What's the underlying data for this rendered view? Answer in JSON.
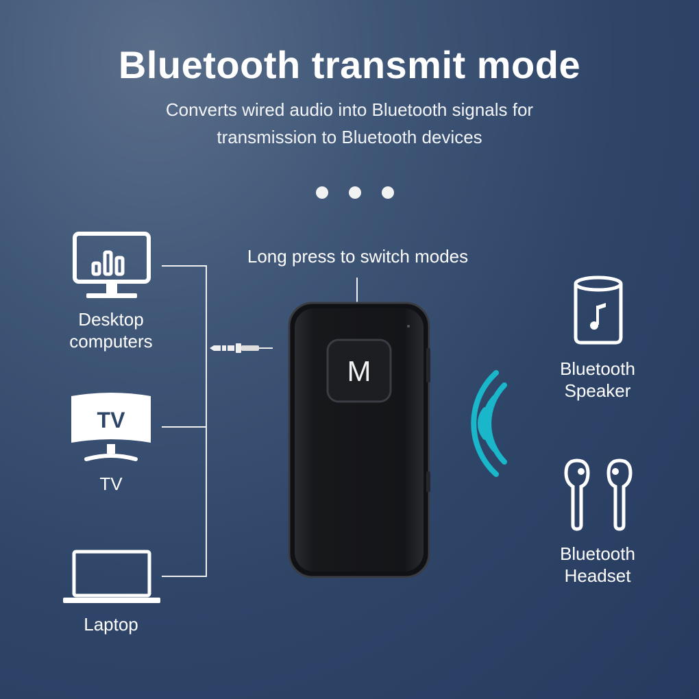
{
  "header": {
    "title": "Bluetooth transmit mode",
    "subtitle_line1": "Converts wired audio into Bluetooth signals for",
    "subtitle_line2": "transmission to Bluetooth devices"
  },
  "device": {
    "button_label": "M",
    "hint": "Long press to switch modes"
  },
  "sources": [
    {
      "line1": "Desktop",
      "line2": "computers",
      "icon": "monitor-icon"
    },
    {
      "line1": "TV",
      "icon": "tv-icon",
      "screen_text": "TV"
    },
    {
      "line1": "Laptop",
      "icon": "laptop-icon"
    }
  ],
  "targets": [
    {
      "line1": "Bluetooth",
      "line2": "Speaker",
      "icon": "speaker-icon"
    },
    {
      "line1": "Bluetooth",
      "line2": "Headset",
      "icon": "earbuds-icon"
    }
  ],
  "colors": {
    "signal": "#19b7c9",
    "device_body": "#1a1b1e"
  }
}
